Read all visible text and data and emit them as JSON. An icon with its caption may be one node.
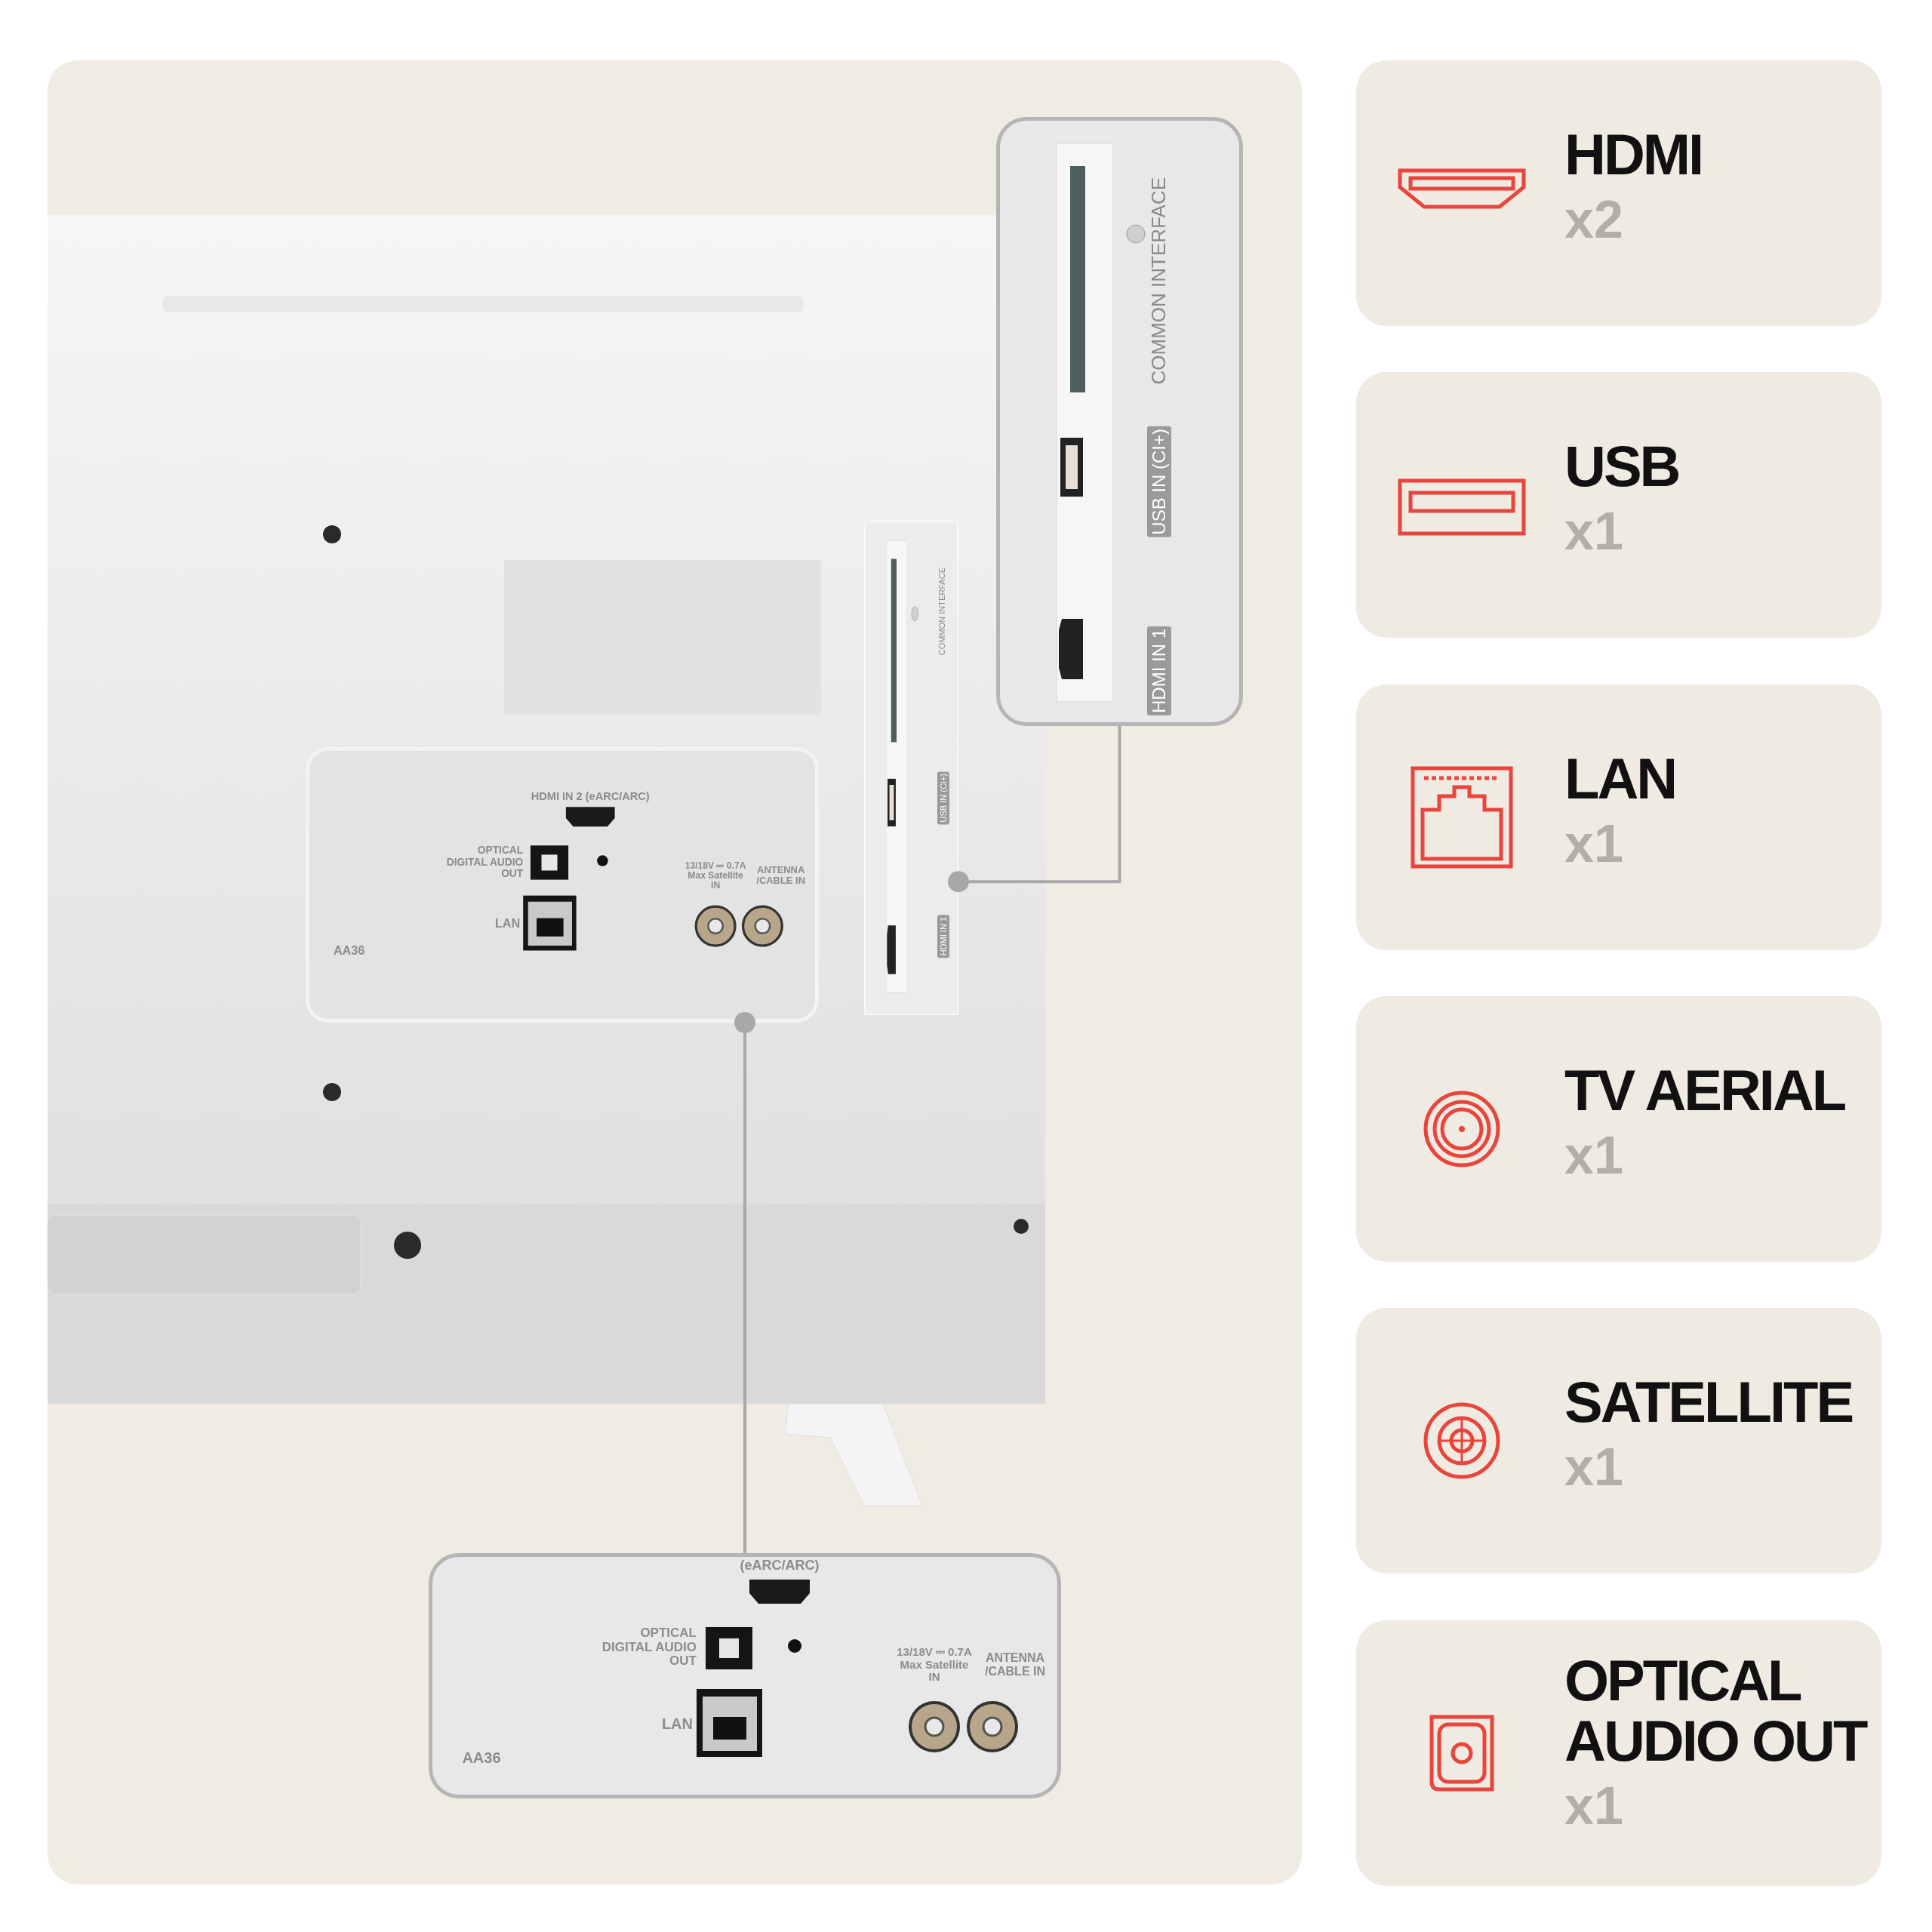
{
  "diagram": {
    "nodes": [
      {
        "text": [
          "COMMON INTERFACE",
          "USB IN (CI+)",
          "HDMI IN 1"
        ]
      },
      {
        "text": [
          "COMMON INTERFACE",
          "USB IN (CI+)",
          "HDMI IN 1"
        ]
      },
      {
        "text": [
          "HDMI IN 2 (eARC/ARC)",
          "OPTICAL DIGITAL AUDIO OUT",
          "LAN",
          "13/18V ⎓ 0.7A Max Satellite IN",
          "ANTENNA /CABLE IN",
          "AA36"
        ]
      },
      {
        "text": [
          "(eARC/ARC)",
          "OPTICAL DIGITAL AUDIO OUT",
          "LAN",
          "13/18V ⎓ 0.7A Max Satellite IN",
          "ANTENNA /CABLE IN",
          "AA36"
        ]
      },
      {
        "text": [
          "HDMI",
          "x2"
        ]
      },
      {
        "text": [
          "USB",
          "x1"
        ]
      },
      {
        "text": [
          "LAN",
          "x1"
        ]
      },
      {
        "text": [
          "TV AERIAL",
          "x1"
        ]
      },
      {
        "text": [
          "SATELLITE",
          "x1"
        ]
      },
      {
        "text": [
          "OPTICAL AUDIO OUT",
          "x1"
        ]
      }
    ],
    "edges": [
      {
        "from": 0,
        "to": 1,
        "arrow": "other"
      },
      {
        "from": 3,
        "to": 2,
        "arrow": "other"
      }
    ]
  }
}
